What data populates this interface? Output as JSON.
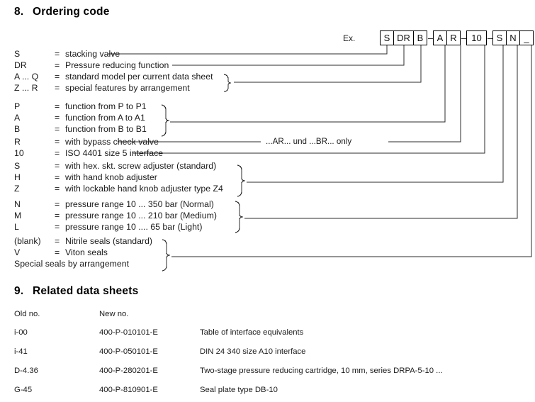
{
  "sections": {
    "ordering_code": {
      "number": "8.",
      "title": "Ordering code"
    },
    "related_sheets": {
      "number": "9.",
      "title": "Related data sheets"
    }
  },
  "example": {
    "label": "Ex.",
    "boxes": [
      {
        "text": "S",
        "type": "box",
        "width": "w1"
      },
      {
        "text": "DR",
        "type": "box",
        "width": "w2"
      },
      {
        "text": "B",
        "type": "box",
        "width": "w1"
      },
      {
        "text": "–",
        "type": "dash",
        "width": ""
      },
      {
        "text": "A",
        "type": "box",
        "width": "w1"
      },
      {
        "text": "R",
        "type": "box",
        "width": "w1"
      },
      {
        "text": "–",
        "type": "dash",
        "width": ""
      },
      {
        "text": "10",
        "type": "box",
        "width": "w2"
      },
      {
        "text": "–",
        "type": "dash",
        "width": ""
      },
      {
        "text": "S",
        "type": "box",
        "width": "w1"
      },
      {
        "text": "N",
        "type": "box",
        "width": "w1"
      },
      {
        "text": "_",
        "type": "box",
        "width": "w1"
      }
    ]
  },
  "legend": {
    "eq": "=",
    "rows": [
      {
        "code": "S",
        "desc": "stacking valve"
      },
      {
        "code": "DR",
        "desc": "Pressure reducing function"
      },
      {
        "code": "A ... Q",
        "desc": "standard model per current data sheet"
      },
      {
        "code": "Z ... R",
        "desc": "special features by arrangement"
      },
      {
        "code": "P",
        "desc": "function from P to P1"
      },
      {
        "code": "A",
        "desc": "function from A to A1"
      },
      {
        "code": "B",
        "desc": "function from B to B1"
      },
      {
        "code": "R",
        "desc": "with bypass check valve"
      },
      {
        "code": "10",
        "desc": "ISO 4401 size 5 interface"
      },
      {
        "code": "S",
        "desc": "with hex. skt. screw adjuster (standard)"
      },
      {
        "code": "H",
        "desc": "with hand knob adjuster"
      },
      {
        "code": "Z",
        "desc": "with lockable hand knob adjuster type Z4"
      },
      {
        "code": "N",
        "desc": "pressure range 10 ... 350 bar (Normal)"
      },
      {
        "code": "M",
        "desc": "pressure range 10 ... 210 bar (Medium)"
      },
      {
        "code": "L",
        "desc": "pressure range 10 ....  65 bar (Light)"
      },
      {
        "code": "(blank)",
        "desc": "Nitrile seals (standard)"
      },
      {
        "code": "V",
        "desc": "Viton seals"
      }
    ],
    "final_row": "Special seals by arrangement",
    "note_ar_br": "...AR...  und  ...BR... only"
  },
  "related_sheets": {
    "headers": {
      "old": "Old no.",
      "new": "New no.",
      "desc": ""
    },
    "rows": [
      {
        "old": "i-00",
        "new": "400-P-010101-E",
        "desc": "Table of interface equivalents"
      },
      {
        "old": "i-41",
        "new": "400-P-050101-E",
        "desc": "DIN 24 340 size A10 interface"
      },
      {
        "old": "D-4.36",
        "new": "400-P-280201-E",
        "desc": "Two-stage pressure reducing cartridge, 10 mm, series DRPA-5-10 ..."
      },
      {
        "old": "G-45",
        "new": "400-P-810901-E",
        "desc": "Seal plate type DB-10"
      }
    ]
  },
  "colors": {
    "ink": "#1a1a1a",
    "rule": "#2b2b2b",
    "box_border": "#000000"
  }
}
